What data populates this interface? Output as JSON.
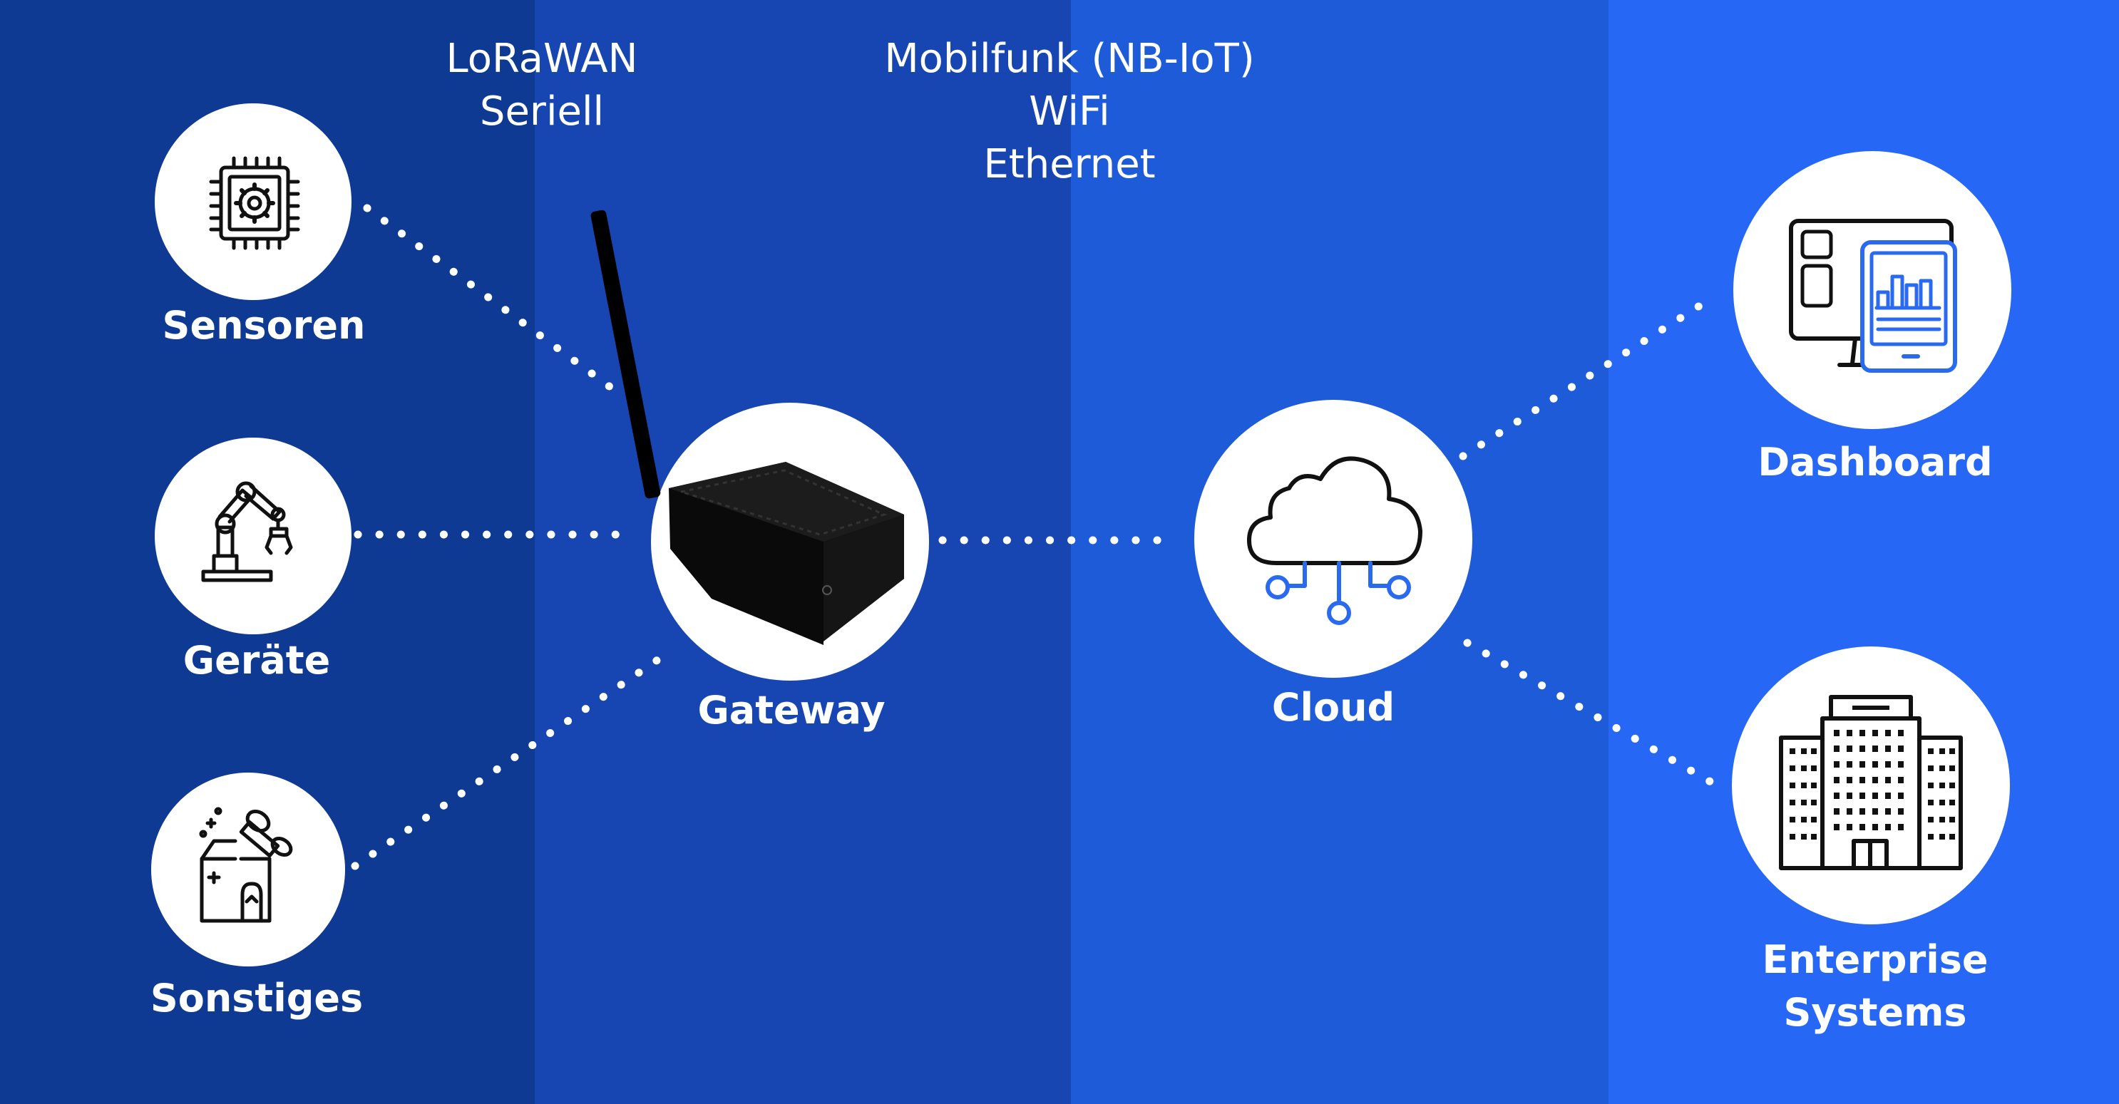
{
  "colors": {
    "band1": "#0F3A93",
    "band2": "#1746B2",
    "band3": "#1D5BD9",
    "band4": "#2668F5",
    "dot": "#FFFFFF",
    "icon_line": "#111111",
    "icon_accent": "#2A6AF0"
  },
  "protocols": {
    "local": [
      "LoRaWAN",
      "Seriell"
    ],
    "uplink": [
      "Mobilfunk (NB-IoT)",
      "WiFi",
      "Ethernet"
    ]
  },
  "nodes": {
    "sensors": {
      "label": "Sensoren",
      "icon": "chip-gear-icon"
    },
    "devices": {
      "label": "Geräte",
      "icon": "robot-arm-icon"
    },
    "other": {
      "label": "Sonstiges",
      "icon": "gift-box-icon"
    },
    "gateway": {
      "label": "Gateway",
      "icon": "gateway-device-icon"
    },
    "cloud": {
      "label": "Cloud",
      "icon": "cloud-network-icon"
    },
    "dashboard": {
      "label": "Dashboard",
      "icon": "monitor-tablet-chart-icon"
    },
    "enterprise": {
      "label_lines": [
        "Enterprise",
        "Systems"
      ],
      "icon": "office-buildings-icon"
    }
  }
}
